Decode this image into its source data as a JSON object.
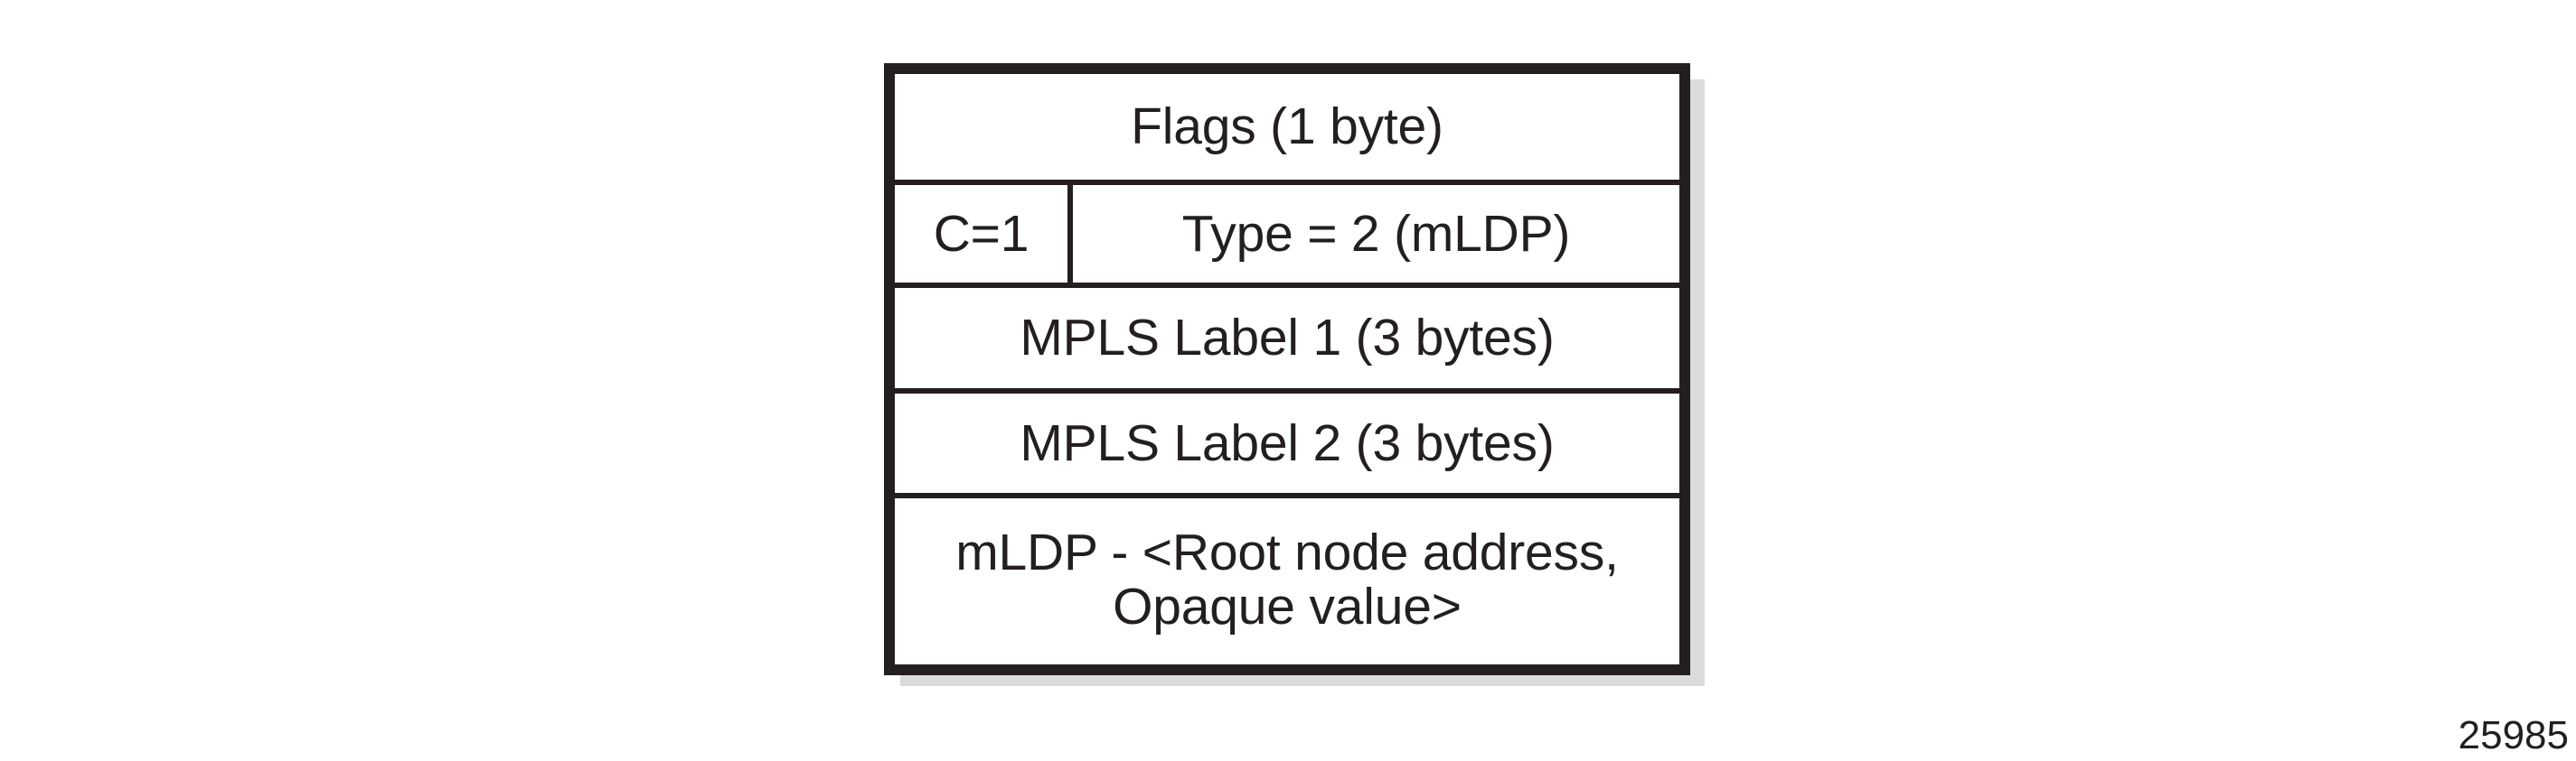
{
  "figure": {
    "number": "25985",
    "background_color": "#ffffff",
    "ink_color": "#231f20",
    "shadow_color": "#d9dbdd"
  },
  "packet": {
    "rows": [
      {
        "id": "flags",
        "kind": "single",
        "text": "Flags (1 byte)"
      },
      {
        "id": "type",
        "kind": "split",
        "left_text": "C=1",
        "right_text": "Type = 2 (mLDP)"
      },
      {
        "id": "mpls-label-1",
        "kind": "single",
        "text": "MPLS Label 1 (3 bytes)"
      },
      {
        "id": "mpls-label-2",
        "kind": "single",
        "text": "MPLS Label 2 (3 bytes)"
      },
      {
        "id": "mldp",
        "kind": "multiline",
        "line1": "mLDP - <Root node address,",
        "line2": "Opaque value>"
      }
    ]
  }
}
